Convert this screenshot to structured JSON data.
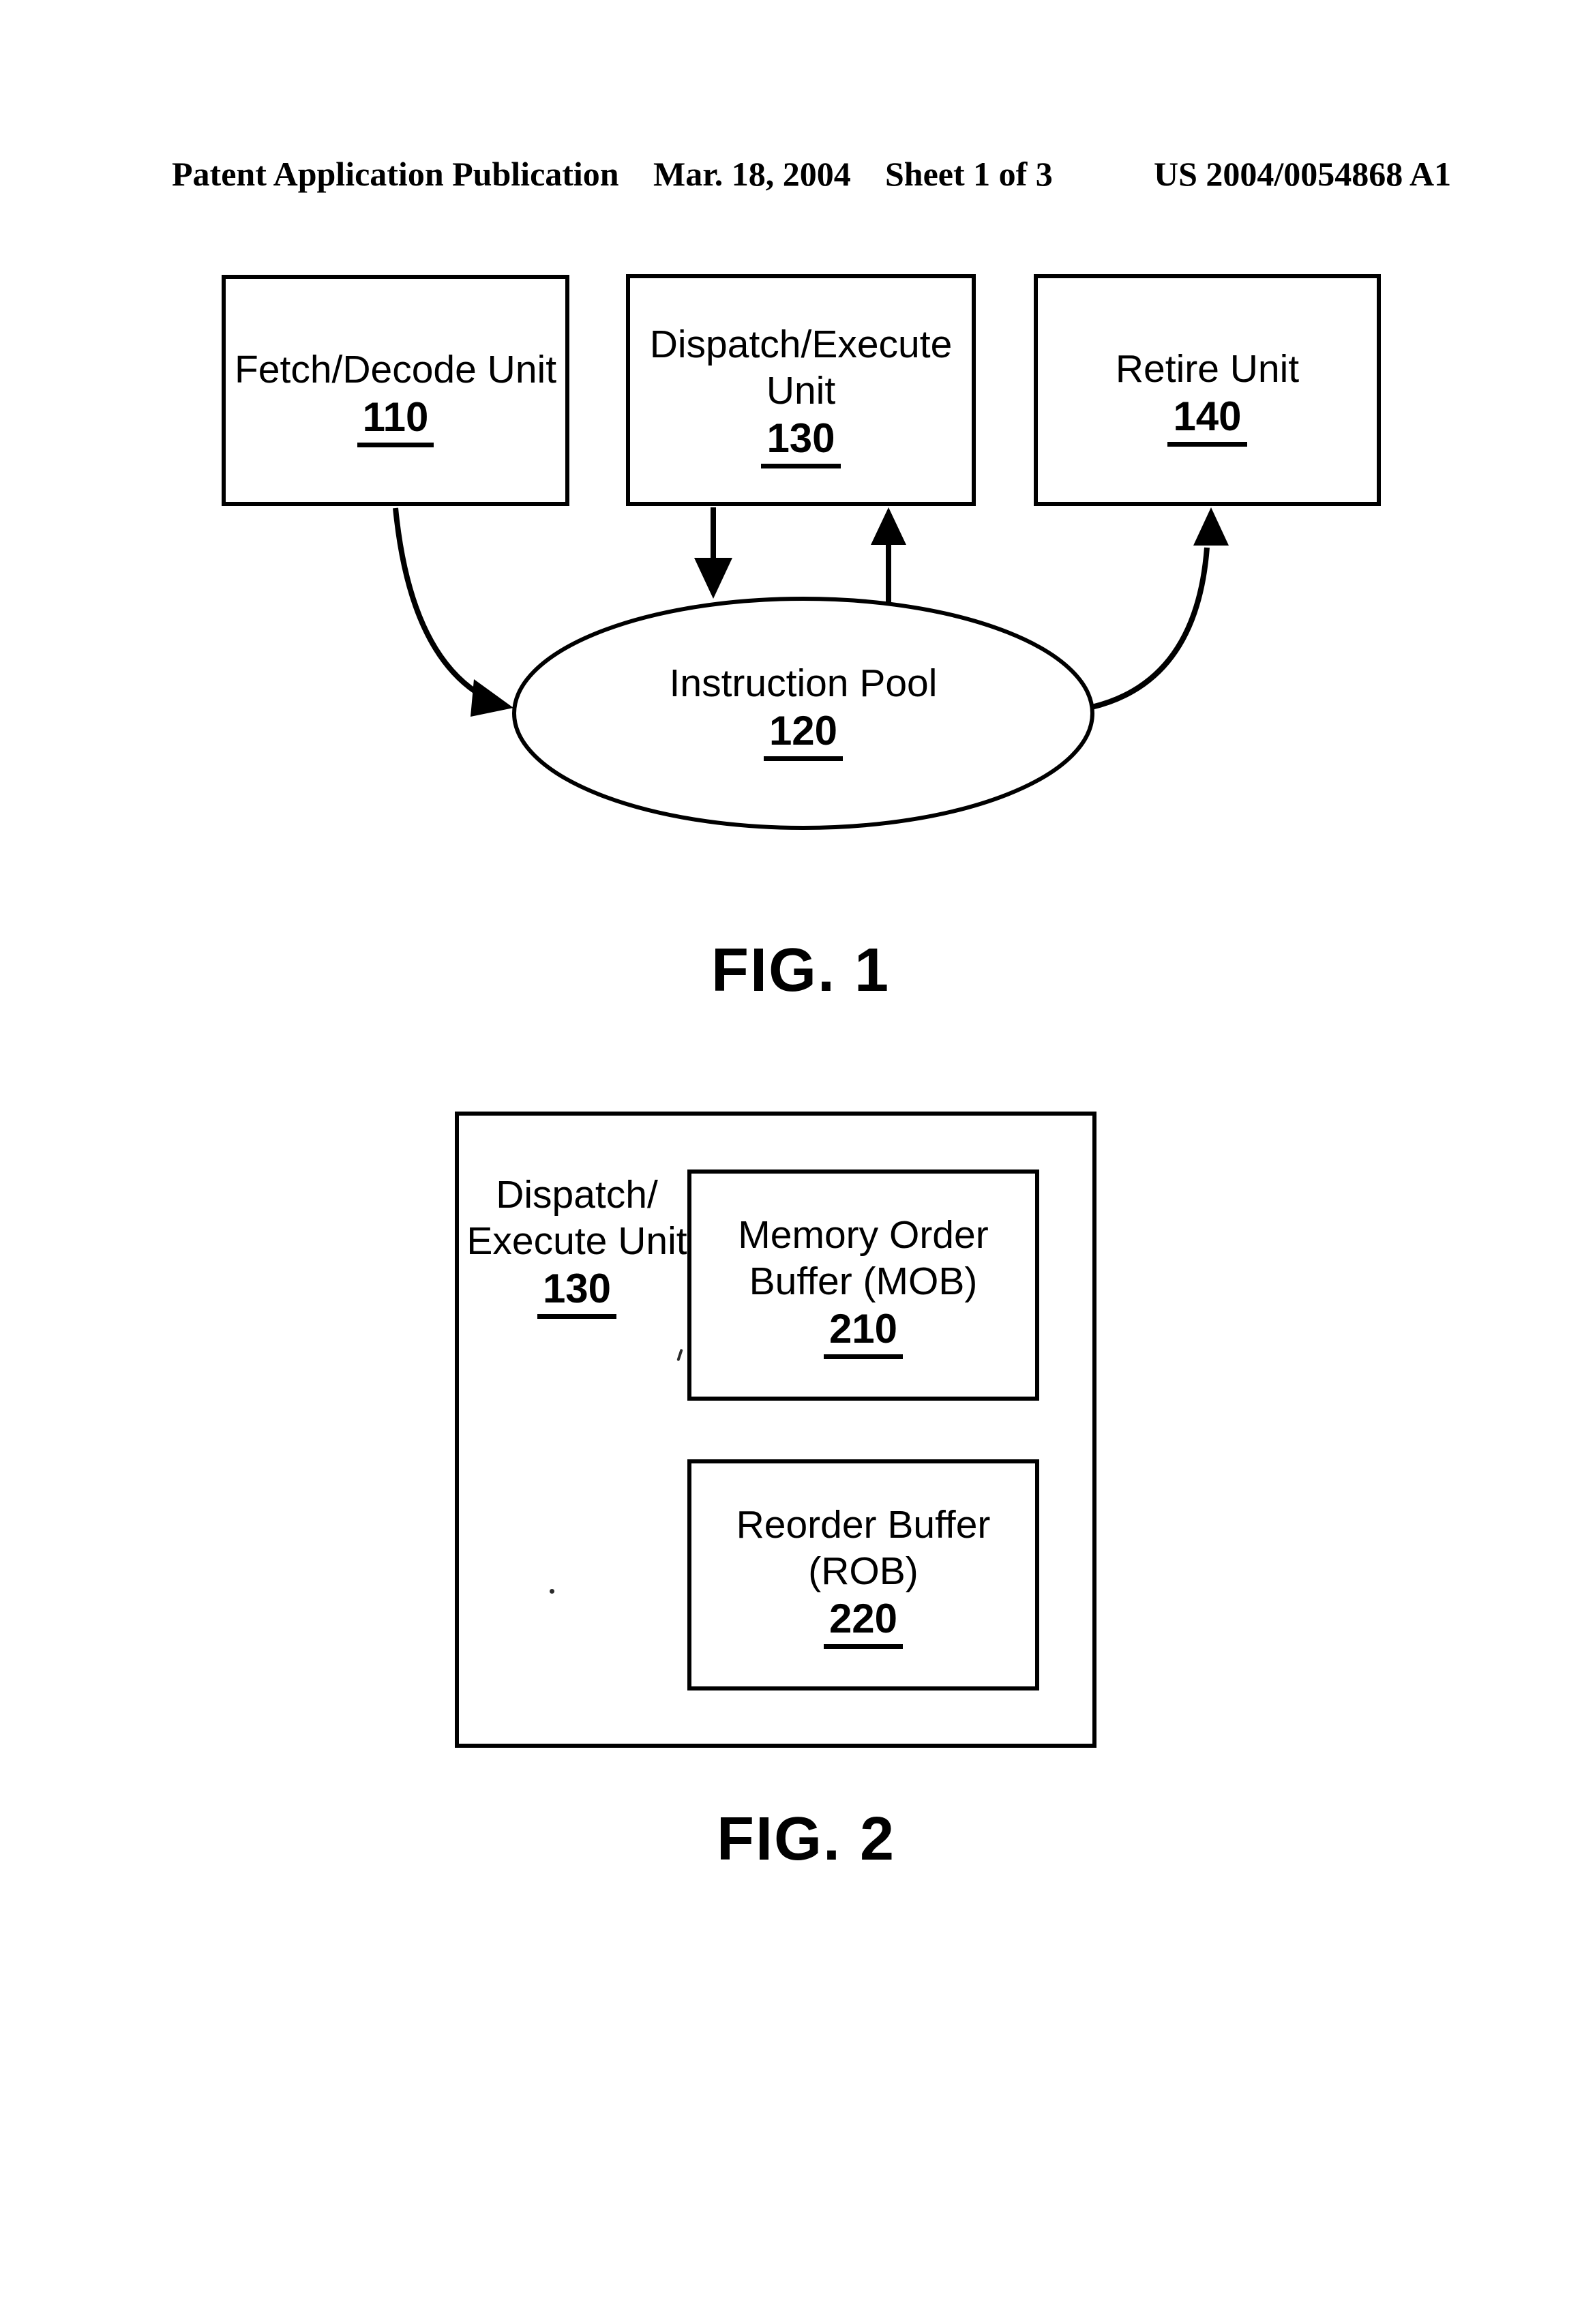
{
  "header": {
    "publication": "Patent Application Publication",
    "date": "Mar. 18, 2004",
    "sheet": "Sheet 1 of 3",
    "doc_number": "US 2004/0054868 A1"
  },
  "fig1": {
    "caption": "FIG. 1",
    "fetch_decode": {
      "line1": "Fetch/Decode Unit",
      "ref": "110"
    },
    "dispatch_execute": {
      "line1": "Dispatch/Execute",
      "line2": "Unit",
      "ref": "130"
    },
    "retire": {
      "line1": "Retire Unit",
      "ref": "140"
    },
    "instruction_pool": {
      "line1": "Instruction Pool",
      "ref": "120"
    }
  },
  "fig2": {
    "caption": "FIG. 2",
    "unit_label": {
      "line1": "Dispatch/",
      "line2": "Execute Unit",
      "ref": "130"
    },
    "mob": {
      "line1": "Memory Order",
      "line2": "Buffer (MOB)",
      "ref": "210"
    },
    "rob": {
      "line1": "Reorder Buffer",
      "line2": "(ROB)",
      "ref": "220"
    }
  },
  "colors": {
    "ink": "#000000",
    "paper": "#ffffff"
  }
}
